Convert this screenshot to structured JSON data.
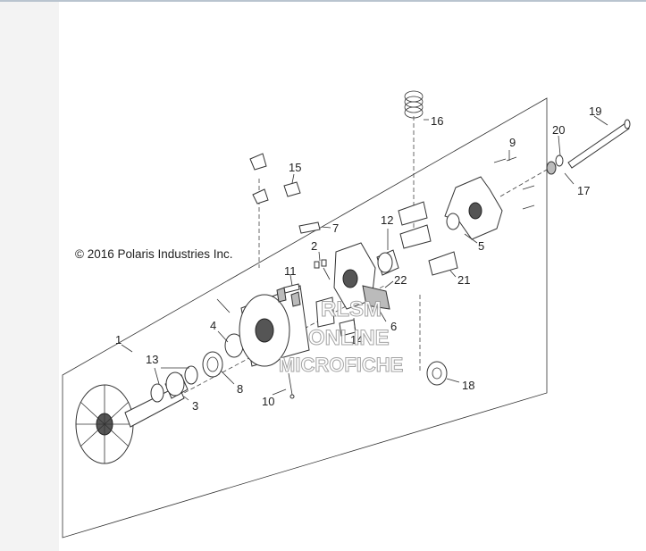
{
  "copyright": "© 2016 Polaris Industries Inc.",
  "watermark": {
    "line1": "RLSM",
    "line2": "ONLINE",
    "line3": "MICROFICHE"
  },
  "callouts": {
    "c1": "1",
    "c2": "2",
    "c3": "3",
    "c4": "4",
    "c5": "5",
    "c6": "6",
    "c7": "7",
    "c8": "8",
    "c9": "9",
    "c10": "10",
    "c11": "11",
    "c12": "12",
    "c13": "13",
    "c14": "14",
    "c15": "15",
    "c16": "16",
    "c17": "17",
    "c18": "18",
    "c19": "19",
    "c20": "20",
    "c21": "21",
    "c22": "22"
  }
}
